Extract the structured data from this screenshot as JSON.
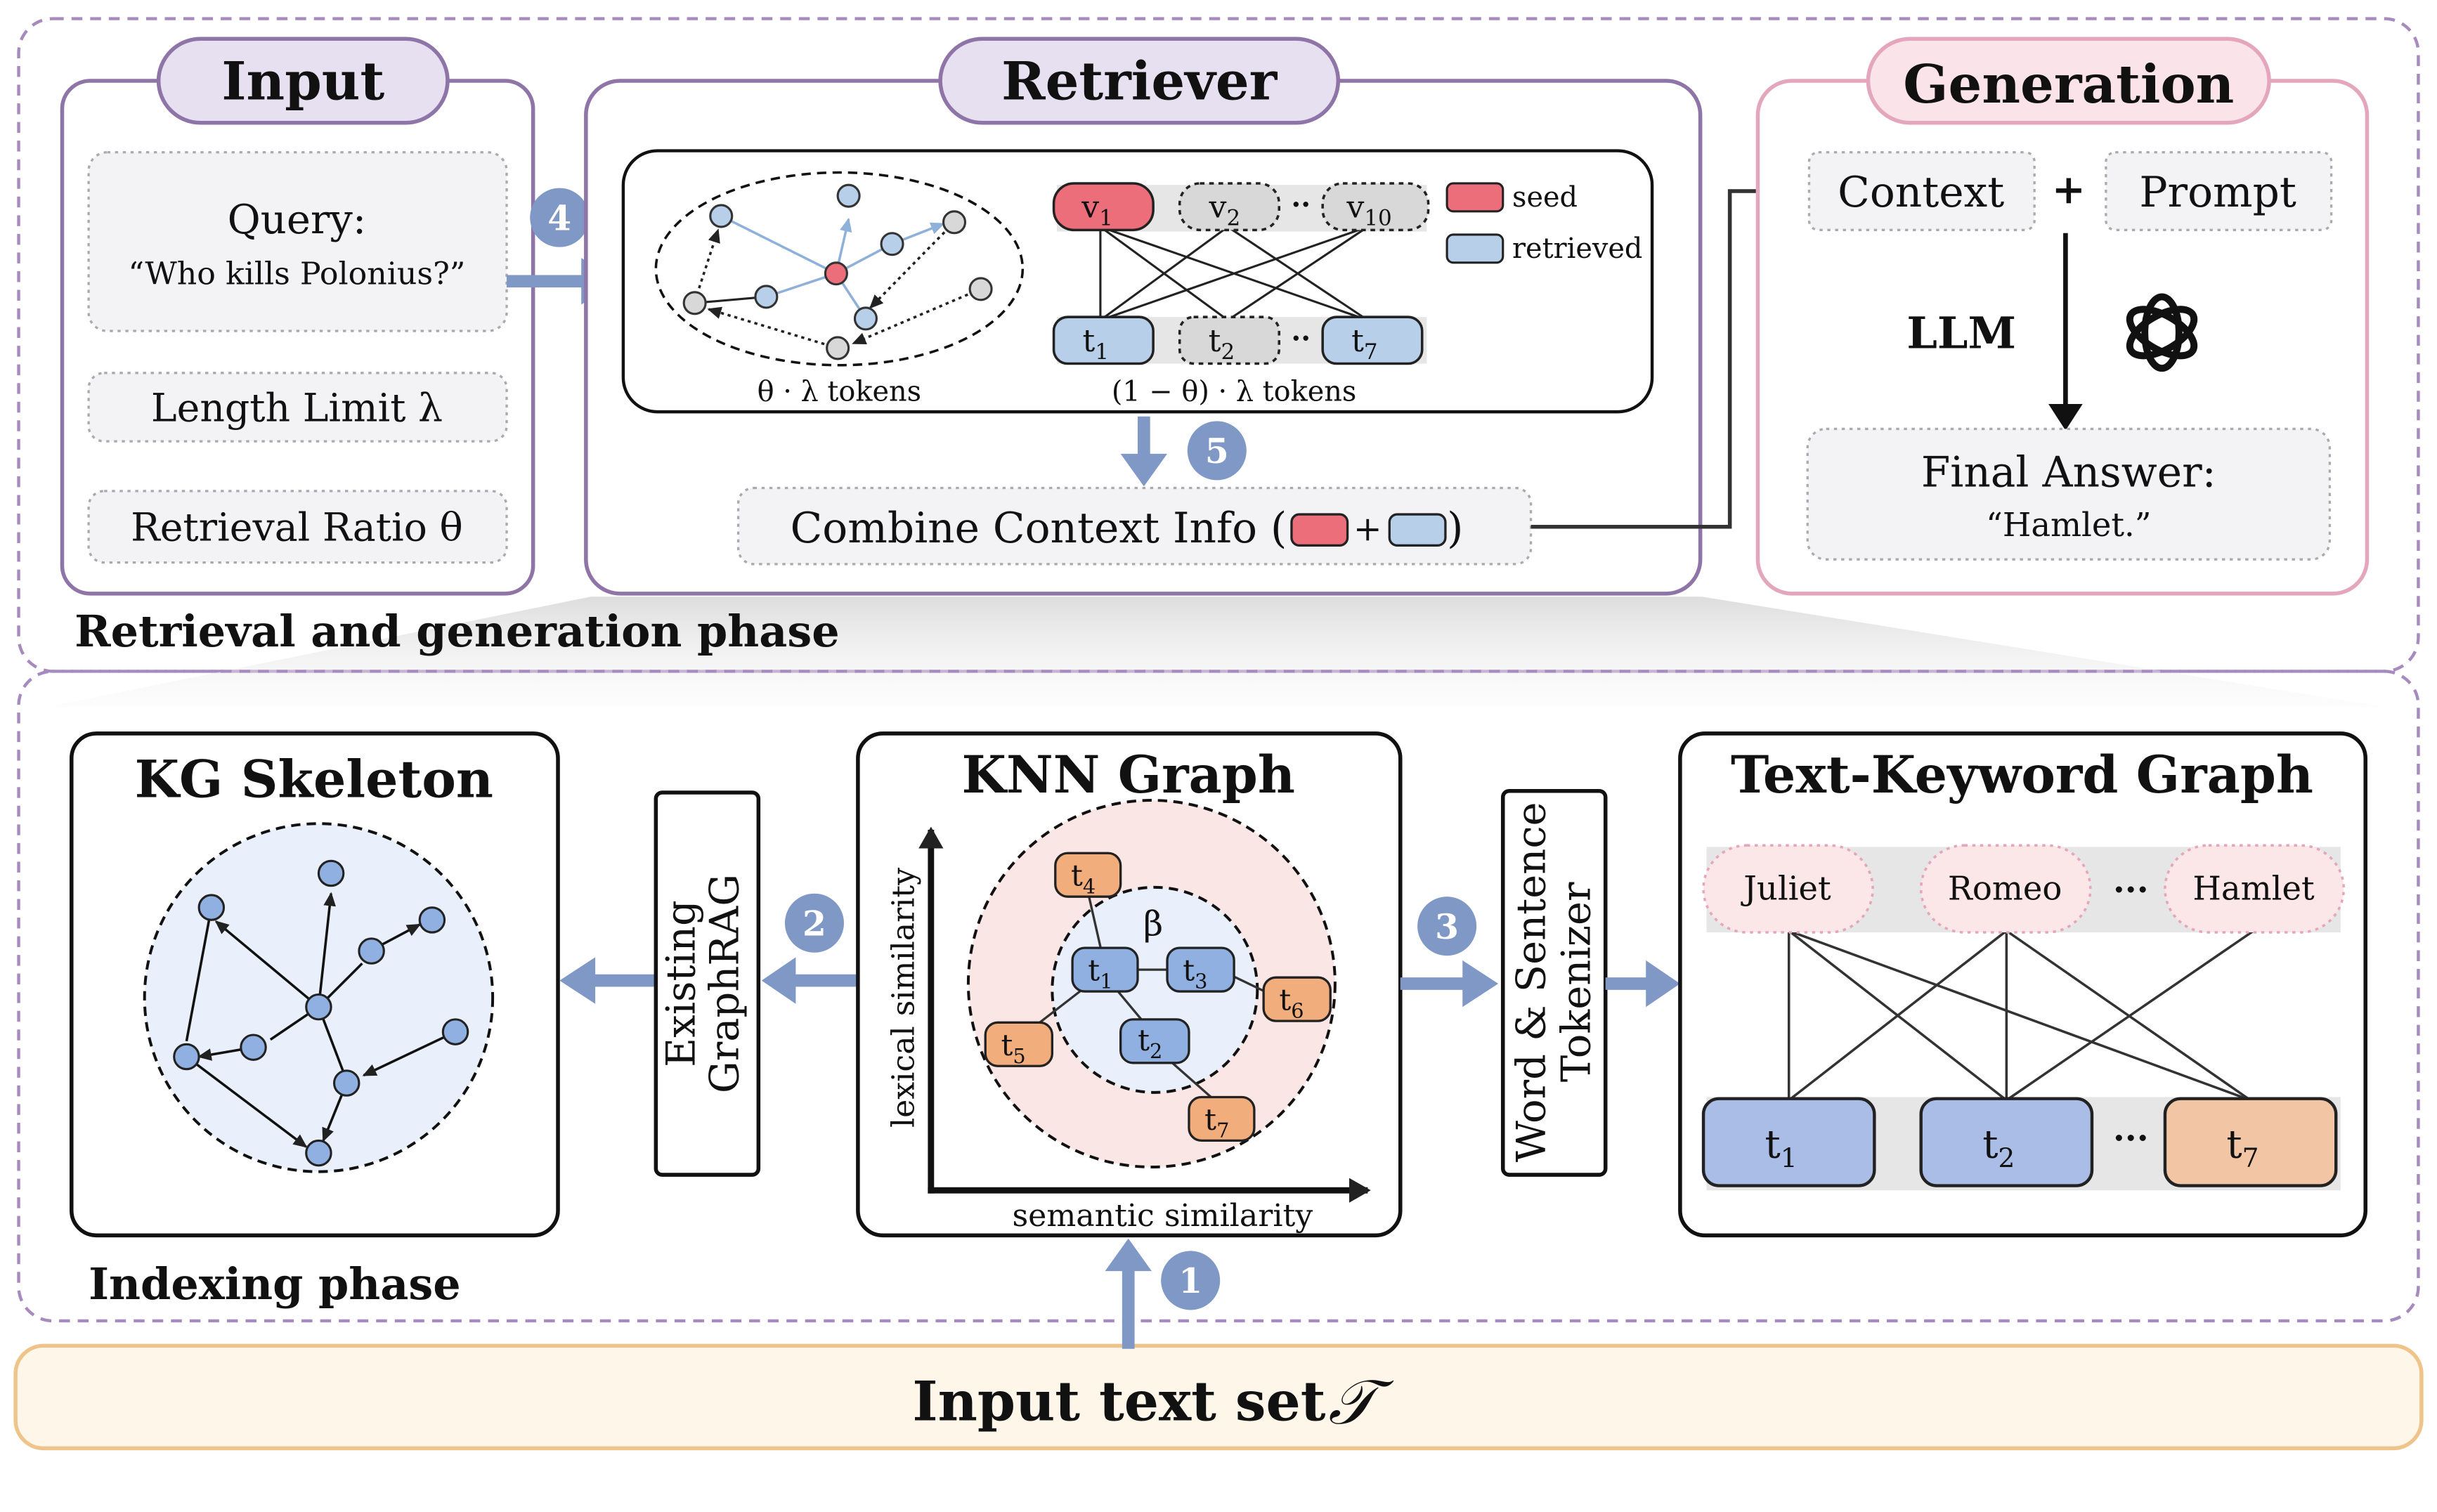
{
  "retrieval_phase": {
    "label": "Retrieval and generation phase",
    "input": {
      "title": "Input",
      "query_label": "Query:",
      "query_text": "“Who kills Polonius?”",
      "length_limit": "Length Limit λ",
      "retrieval_ratio": "Retrieval Ratio θ"
    },
    "retriever": {
      "title": "Retriever",
      "graph_caption": "θ · λ tokens",
      "bipartite_caption": "(1 − θ) · λ tokens",
      "top_nodes": [
        {
          "base": "v",
          "sub": "1"
        },
        {
          "base": "v",
          "sub": "2"
        },
        {
          "base": "v",
          "sub": "10"
        }
      ],
      "bottom_nodes": [
        {
          "base": "t",
          "sub": "1"
        },
        {
          "base": "t",
          "sub": "2"
        },
        {
          "base": "t",
          "sub": "7"
        }
      ],
      "ellipsis": "··",
      "legend_seed": "seed",
      "legend_retrieved": "retrieved",
      "combine_prefix": "Combine Context Info (",
      "combine_plus": "+",
      "combine_suffix": ")"
    },
    "generation": {
      "title": "Generation",
      "context": "Context",
      "plus": "+",
      "prompt": "Prompt",
      "llm": "LLM",
      "final_answer_label": "Final Answer:",
      "final_answer_text": "“Hamlet.”"
    }
  },
  "indexing_phase": {
    "label": "Indexing phase",
    "kg_skeleton": {
      "title": "KG Skeleton"
    },
    "existing_graphrag": {
      "line1": "Existing",
      "line2": "GraphRAG"
    },
    "knn_graph": {
      "title": "KNN Graph",
      "y_axis_label": "lexical similarity",
      "x_axis_label": "semantic similarity",
      "beta": "β",
      "nodes": [
        {
          "base": "t",
          "sub": "4"
        },
        {
          "base": "t",
          "sub": "1"
        },
        {
          "base": "t",
          "sub": "3"
        },
        {
          "base": "t",
          "sub": "6"
        },
        {
          "base": "t",
          "sub": "5"
        },
        {
          "base": "t",
          "sub": "2"
        },
        {
          "base": "t",
          "sub": "7"
        }
      ]
    },
    "tokenizer": {
      "line1": "Word & Sentence",
      "line2": "Tokenizer"
    },
    "text_keyword_graph": {
      "title": "Text-Keyword Graph",
      "keywords": [
        "Juliet",
        "Romeo",
        "Hamlet"
      ],
      "texts": [
        {
          "base": "t",
          "sub": "1"
        },
        {
          "base": "t",
          "sub": "2"
        },
        {
          "base": "t",
          "sub": "7"
        }
      ],
      "ellipsis": "···"
    }
  },
  "input_text_set": {
    "label": "Input text set",
    "symbol": "𝒯"
  },
  "steps": [
    "1",
    "2",
    "3",
    "4",
    "5"
  ],
  "colors": {
    "purple_border": "#8f74a8",
    "phase_dash": "#a78bbf",
    "pink_border": "#e3a6bd",
    "arrow_blue": "#7f98c6",
    "step_badge": "#7f98c6",
    "seed_red": "#ec6e7b",
    "retrieved_blue": "#b7cfe9",
    "node_blue": "#a9c1e6",
    "node_orange": "#f2ad7c",
    "gray_node": "#d8d8d8",
    "bottom_band_fill": "#fff6ea",
    "bottom_band_border": "#efc48b"
  }
}
